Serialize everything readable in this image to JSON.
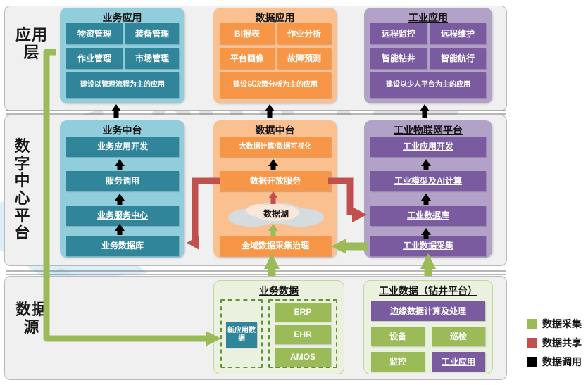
{
  "colors": {
    "blue_panel": "#92cddc",
    "blue_chip": "#31859b",
    "orange_panel": "#fac090",
    "orange_chip": "#f79646",
    "purple_panel": "#b3a2c7",
    "purple_chip": "#7a5ba0",
    "green_panel_bg": "#eaf1de",
    "green_panel_border": "#c3d69b",
    "green_chip": "#9bbb59",
    "teal_chip": "#31859b",
    "purple_chip_alt": "#8064a2",
    "arrow_green": "#9bbb59",
    "arrow_red": "#c0504d",
    "arrow_black": "#000000",
    "band_bg": "#f0f0f0",
    "band_border": "#b9b9b9"
  },
  "watermark": {
    "text": "Teambpita"
  },
  "layers": [
    {
      "id": "application",
      "label": "应用层"
    },
    {
      "id": "digital-center",
      "label": "数字中心平台"
    },
    {
      "id": "data-source",
      "label": "数据源"
    }
  ],
  "application_layer": {
    "panels": [
      {
        "id": "business-application",
        "title": "业务应用",
        "items": [
          "物资管理",
          "装备管理",
          "作业管理",
          "市场管理"
        ],
        "footer": "建设以管理流程为主的应用"
      },
      {
        "id": "data-application",
        "title": "数据应用",
        "items": [
          "BI报表",
          "作业分析",
          "平台画像",
          "故障预测"
        ],
        "footer": "建设以决策分析为主的应用"
      },
      {
        "id": "industrial-application",
        "title": "工业应用",
        "items": [
          "远程监控",
          "远程维护",
          "智能钻井",
          "智能航行"
        ],
        "footer": "建设以少人平台为主的应用"
      }
    ]
  },
  "platform_layer": {
    "panels": [
      {
        "id": "business-middle-platform",
        "title": "业务中台",
        "items": [
          "业务应用开发",
          "服务调用",
          "业务服务中心",
          "业务数据库"
        ]
      },
      {
        "id": "data-middle-platform",
        "title": "数据中台",
        "items": [
          "大数据计算/数据可视化",
          "数据开放服务",
          "数据湖",
          "全域数据采集治理"
        ]
      },
      {
        "id": "industrial-iot-platform",
        "title": "工业物联网平台",
        "items": [
          "工业应用开发",
          "工业模型及AI计算",
          "工业数据库",
          "工业数据采集"
        ]
      }
    ]
  },
  "data_source_layer": {
    "panels": [
      {
        "id": "business-data",
        "title": "业务数据",
        "new_app_data": "新应用数据",
        "systems": [
          "ERP",
          "EHR",
          "AMOS"
        ]
      },
      {
        "id": "industrial-data",
        "title": "工业数据（钻井平台）",
        "header": "边缘数据计算及处理",
        "items": [
          "设备",
          "巡检",
          "监控",
          "工业应用"
        ]
      }
    ]
  },
  "legend": {
    "items": [
      {
        "label": "数据采集",
        "color": "#9bbb59"
      },
      {
        "label": "数据共享",
        "color": "#c0504d"
      },
      {
        "label": "数据调用",
        "color": "#000000"
      }
    ]
  }
}
